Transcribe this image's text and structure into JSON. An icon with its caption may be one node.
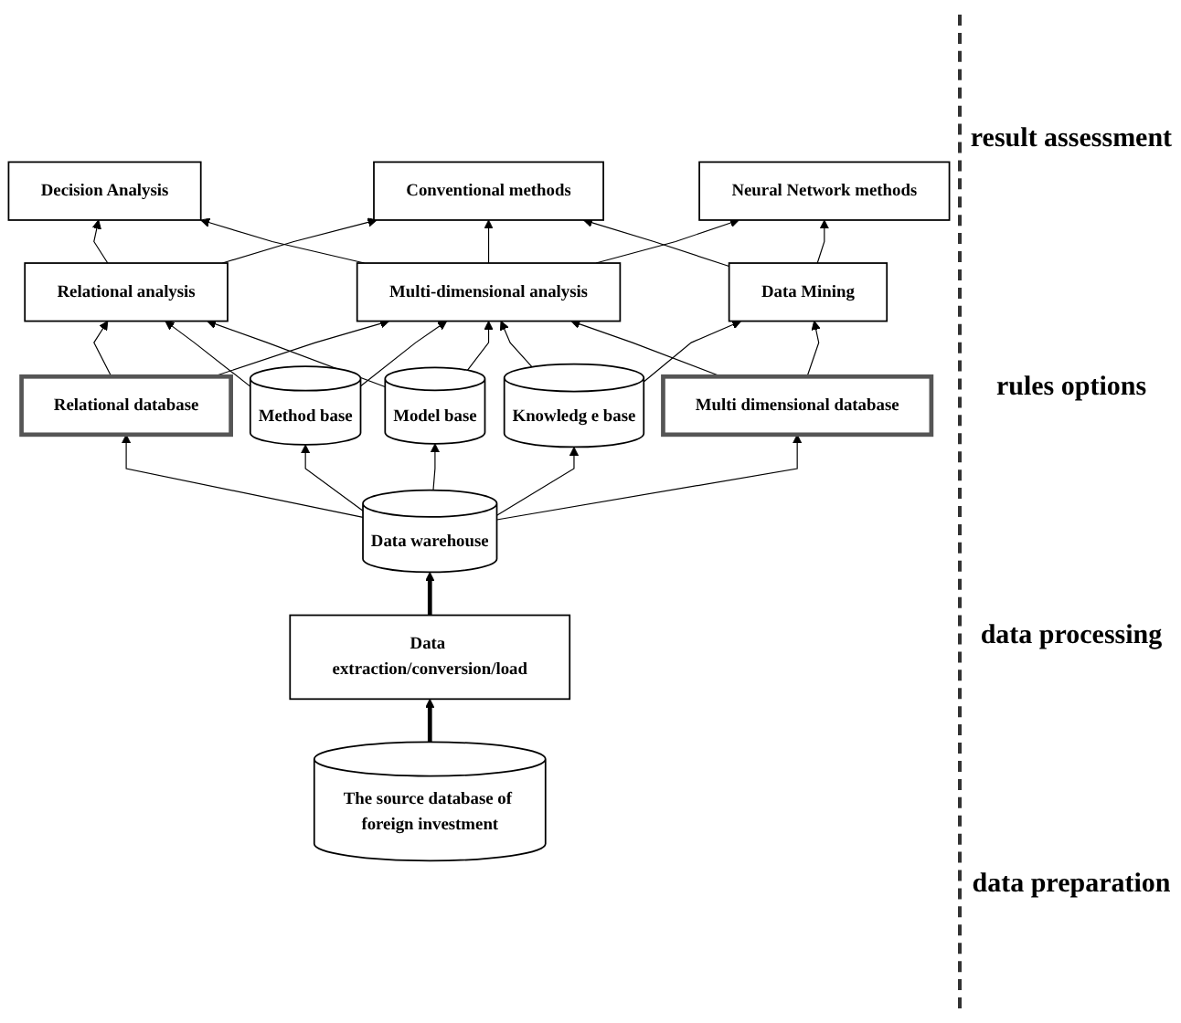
{
  "diagram": {
    "nodes": [
      {
        "text": [
          "Decision Analysis"
        ]
      },
      {
        "text": [
          "Conventional methods"
        ]
      },
      {
        "text": [
          "Neural Network methods"
        ]
      },
      {
        "text": [
          "Relational analysis"
        ]
      },
      {
        "text": [
          "Multi-dimensional analysis"
        ]
      },
      {
        "text": [
          "Data Mining"
        ]
      },
      {
        "text": [
          "Relational database"
        ]
      },
      {
        "text": [
          "Method base"
        ]
      },
      {
        "text": [
          "Model base"
        ]
      },
      {
        "text": [
          "Knowledg e base"
        ]
      },
      {
        "text": [
          "Multi dimensional database"
        ]
      },
      {
        "text": [
          "Data warehouse"
        ]
      },
      {
        "text": [
          "Data extraction/conversion/load"
        ]
      },
      {
        "text": [
          "The source database of foreign investment"
        ]
      }
    ],
    "edges": [
      {
        "from": 3,
        "to": 0,
        "arrow": "to"
      },
      {
        "from": 3,
        "to": 1,
        "arrow": "to"
      },
      {
        "from": 4,
        "to": 0,
        "arrow": "to"
      },
      {
        "from": 4,
        "to": 1,
        "arrow": "to"
      },
      {
        "from": 4,
        "to": 2,
        "arrow": "to"
      },
      {
        "from": 5,
        "to": 1,
        "arrow": "to"
      },
      {
        "from": 5,
        "to": 2,
        "arrow": "to"
      },
      {
        "from": 6,
        "to": 3,
        "arrow": "to"
      },
      {
        "from": 6,
        "to": 4,
        "arrow": "to"
      },
      {
        "from": 7,
        "to": 3,
        "arrow": "to"
      },
      {
        "from": 7,
        "to": 4,
        "arrow": "to"
      },
      {
        "from": 8,
        "to": 3,
        "arrow": "to"
      },
      {
        "from": 8,
        "to": 4,
        "arrow": "to"
      },
      {
        "from": 9,
        "to": 4,
        "arrow": "to"
      },
      {
        "from": 9,
        "to": 5,
        "arrow": "to"
      },
      {
        "from": 10,
        "to": 4,
        "arrow": "to"
      },
      {
        "from": 10,
        "to": 5,
        "arrow": "to"
      },
      {
        "from": 11,
        "to": 6,
        "arrow": "to"
      },
      {
        "from": 11,
        "to": 7,
        "arrow": "to"
      },
      {
        "from": 11,
        "to": 8,
        "arrow": "to"
      },
      {
        "from": 11,
        "to": 9,
        "arrow": "to"
      },
      {
        "from": 11,
        "to": 10,
        "arrow": "to"
      },
      {
        "from": 12,
        "to": 11,
        "arrow": "to",
        "style": "thick"
      },
      {
        "from": 13,
        "to": 12,
        "arrow": "to",
        "style": "thick"
      }
    ],
    "labels": [
      "result assessment",
      "rules options",
      "data processing",
      "data preparation"
    ]
  }
}
